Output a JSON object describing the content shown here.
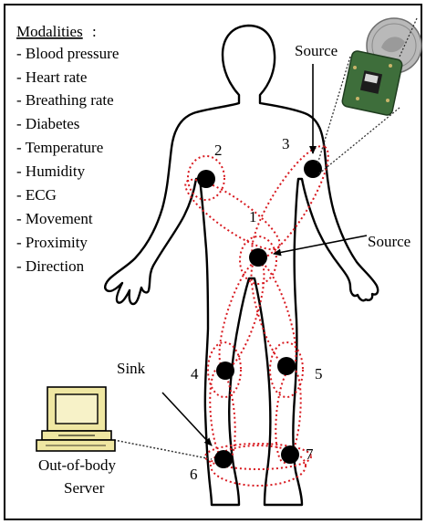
{
  "modalities": {
    "heading": "Modalities",
    "heading_suffix": ":",
    "items": [
      "- Blood pressure",
      "- Heart rate",
      "- Breathing rate",
      "- Diabetes",
      "- Temperature",
      "- Humidity",
      "- ECG",
      "- Movement",
      "- Proximity",
      "- Direction"
    ]
  },
  "labels": {
    "source_top": "Source",
    "source_right": "Source",
    "sink": "Sink",
    "server_line1": "Out-of-body",
    "server_line2": "Server"
  },
  "nodes": [
    {
      "id": "1"
    },
    {
      "id": "2"
    },
    {
      "id": "3"
    },
    {
      "id": "4"
    },
    {
      "id": "5"
    },
    {
      "id": "6"
    },
    {
      "id": "7"
    }
  ],
  "colors": {
    "link": "#d8191f",
    "node": "#000000",
    "border": "#000000",
    "monitor_body": "#efe7a2",
    "screen": "#f7f2c8"
  },
  "icons": [
    "sensor-device-icon",
    "coin-icon",
    "computer-server-icon"
  ]
}
